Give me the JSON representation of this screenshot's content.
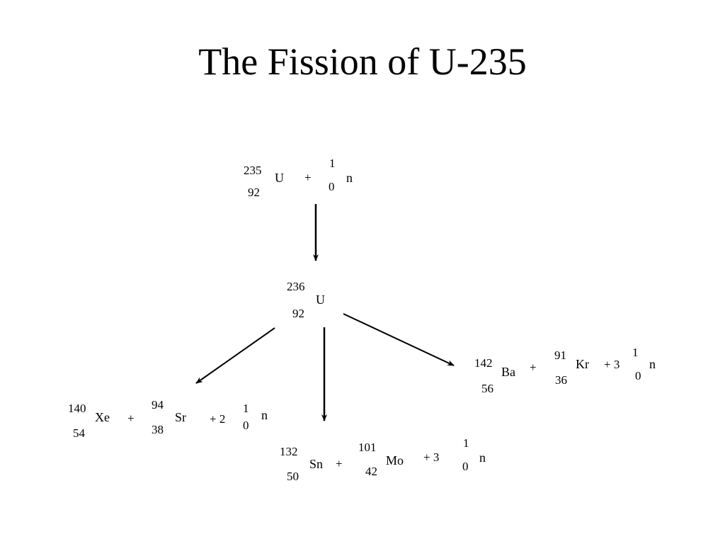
{
  "title": "The Fission of U-235",
  "reactant": {
    "uranium": {
      "mass": "235",
      "atomic": "92",
      "symbol": "U"
    },
    "plus": "+",
    "neutron": {
      "mass": "1",
      "atomic": "0",
      "symbol": "n"
    }
  },
  "intermediate": {
    "mass": "236",
    "atomic": "92",
    "symbol": "U"
  },
  "products": {
    "xe_sr": {
      "a": {
        "mass": "140",
        "atomic": "54",
        "symbol": "Xe"
      },
      "plus1": "+",
      "b": {
        "mass": "94",
        "atomic": "38",
        "symbol": "Sr"
      },
      "plus2": "+ 2",
      "neutron": {
        "mass": "1",
        "atomic": "0",
        "symbol": "n"
      }
    },
    "sn_mo": {
      "a": {
        "mass": "132",
        "atomic": "50",
        "symbol": "Sn"
      },
      "plus1": "+",
      "b": {
        "mass": "101",
        "atomic": "42",
        "symbol": "Mo"
      },
      "plus2": "+ 3",
      "neutron": {
        "mass": "1",
        "atomic": "0",
        "symbol": "n"
      }
    },
    "ba_kr": {
      "a": {
        "mass": "142",
        "atomic": "56",
        "symbol": "Ba"
      },
      "plus1": "+",
      "b": {
        "mass": "91",
        "atomic": "36",
        "symbol": "Kr"
      },
      "plus2": "+ 3",
      "neutron": {
        "mass": "1",
        "atomic": "0",
        "symbol": "n"
      }
    }
  }
}
